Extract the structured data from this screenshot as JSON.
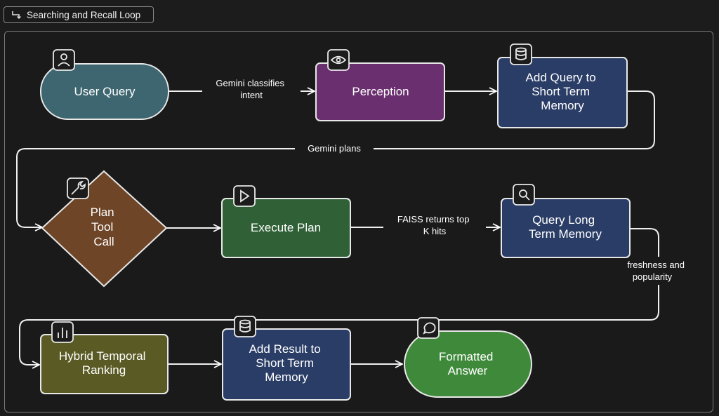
{
  "header": {
    "title": "Searching and Recall Loop"
  },
  "nodes": {
    "user_query": {
      "lines": [
        "User Query"
      ],
      "icon": "user-icon",
      "color": "#3d6670"
    },
    "perception": {
      "lines": [
        "Perception"
      ],
      "icon": "eye-icon",
      "color": "#6a2f6e"
    },
    "add_query_stm": {
      "lines": [
        "Add Query to",
        "Short Term",
        "Memory"
      ],
      "icon": "database-icon",
      "color": "#2a3d66"
    },
    "plan_tool_call": {
      "lines": [
        "Plan",
        "Tool",
        "Call"
      ],
      "icon": "wrench-icon",
      "color": "#6e4527"
    },
    "execute_plan": {
      "lines": [
        "Execute Plan"
      ],
      "icon": "play-icon",
      "color": "#2f6036"
    },
    "query_ltm": {
      "lines": [
        "Query Long",
        "Term Memory"
      ],
      "icon": "search-icon",
      "color": "#2a3d66"
    },
    "hybrid_ranking": {
      "lines": [
        "Hybrid Temporal",
        "Ranking"
      ],
      "icon": "bar-chart-icon",
      "color": "#5a5a25"
    },
    "add_result_stm": {
      "lines": [
        "Add Result to",
        "Short Term",
        "Memory"
      ],
      "icon": "database-icon",
      "color": "#2a3d66"
    },
    "formatted_answer": {
      "lines": [
        "Formatted",
        "Answer"
      ],
      "icon": "chat-bubble-icon",
      "color": "#3f8a3a"
    }
  },
  "edges": {
    "classify": {
      "lines": [
        "Gemini classifies",
        "intent"
      ]
    },
    "plans": {
      "lines": [
        "Gemini plans"
      ]
    },
    "faiss": {
      "lines": [
        "FAISS returns top",
        "K hits"
      ]
    },
    "freshness": {
      "lines": [
        "freshness and",
        "popularity"
      ]
    }
  }
}
